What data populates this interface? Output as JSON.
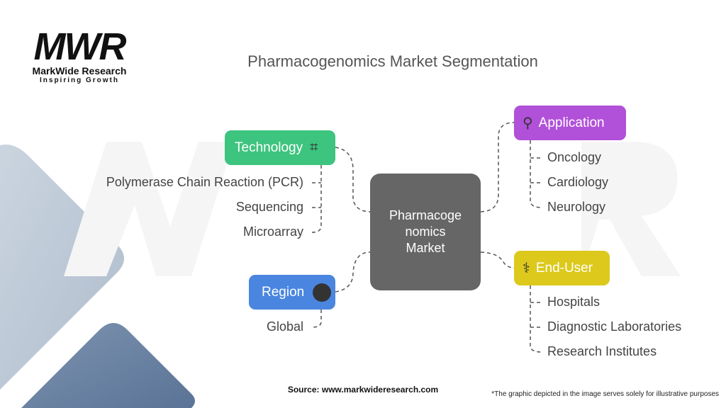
{
  "logo": {
    "mark": "MWR",
    "name": "MarkWide Research",
    "tagline": "Inspiring Growth"
  },
  "title": "Pharmacogenomics Market Segmentation",
  "center": "Pharmacoge nomics Market",
  "segments": {
    "technology": {
      "label": "Technology",
      "icon": "chip-capsule-icon",
      "color": "#3dc47e",
      "items": [
        "Polymerase Chain Reaction (PCR)",
        "Sequencing",
        "Microarray"
      ]
    },
    "region": {
      "label": "Region",
      "icon": "globe-icon",
      "color": "#4a86e0",
      "items": [
        "Global"
      ]
    },
    "application": {
      "label": "Application",
      "icon": "pill-search-icon",
      "color": "#b150d9",
      "items": [
        "Oncology",
        "Cardiology",
        "Neurology"
      ]
    },
    "end_user": {
      "label": "End-User",
      "icon": "capsule-doctor-icon",
      "color": "#dcc91c",
      "items": [
        "Hospitals",
        "Diagnostic Laboratories",
        "Research Institutes"
      ]
    }
  },
  "source": "Source: www.markwideresearch.com",
  "footnote": "*The graphic depicted in the image serves solely for illustrative purposes"
}
